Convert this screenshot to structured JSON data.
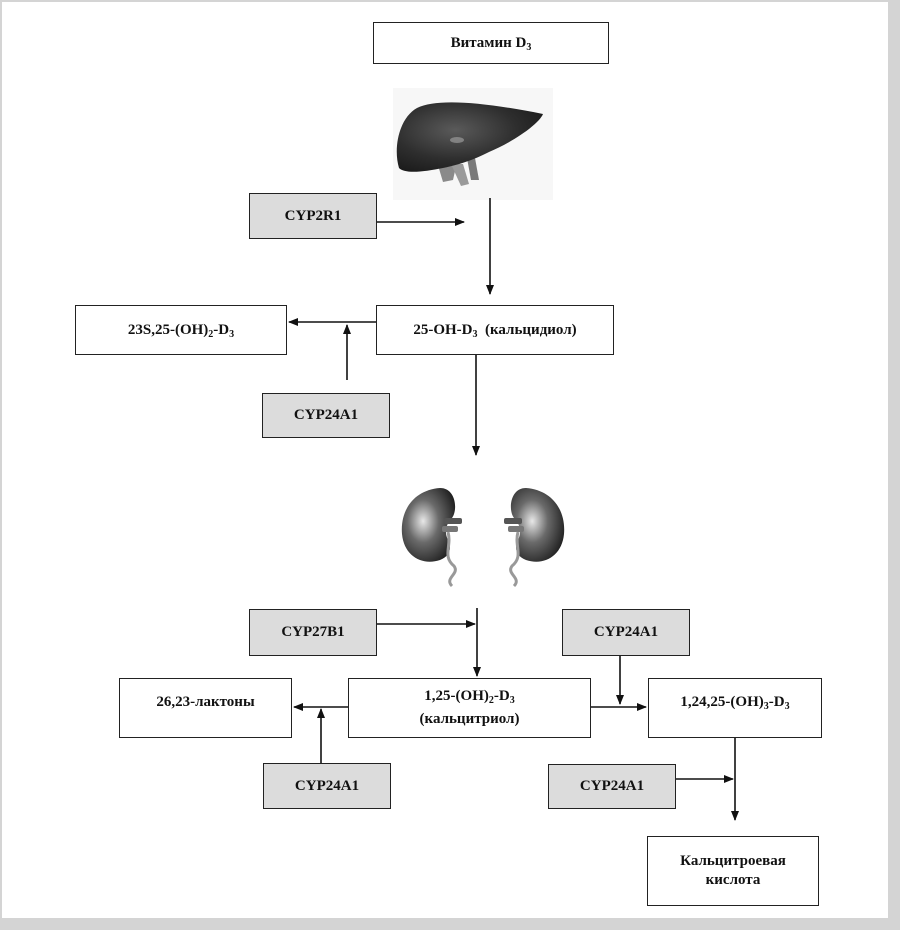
{
  "diagram": {
    "nodes": {
      "vitamin_d3": {
        "base": "Витамин D",
        "sub": "3"
      },
      "calcidiol": {
        "pre": "25-OH-D",
        "sub": "3",
        "post": "  (кальцидиол)"
      },
      "d23s25": {
        "pre": "23S,25-(OH)",
        "sub1": "2",
        "mid": "-D",
        "sub2": "3"
      },
      "calcitriol": {
        "pre": "1,25-(OH)",
        "sub1": "2",
        "mid": "-D",
        "sub2": "3",
        "line2": "(кальцитриол)"
      },
      "lactones": {
        "text": "26,23-лактоны"
      },
      "d12425": {
        "pre": "1,24,25-(OH)",
        "sub1": "3",
        "mid": "-D",
        "sub2": "3"
      },
      "calcitroic": {
        "line1": "Кальцитроевая",
        "line2": "кислота"
      }
    },
    "enzymes": {
      "cyp2r1": "CYP2R1",
      "cyp24a1_upper": "CYP24A1",
      "cyp27b1": "CYP27B1",
      "cyp24a1_right": "CYP24A1",
      "cyp24a1_lower": "CYP24A1",
      "cyp24a1_bottom": "CYP24A1"
    },
    "organs": {
      "liver": "liver-icon",
      "kidneys": "kidneys-icon"
    },
    "colors": {
      "enzyme_fill": "#dcdcdc",
      "node_fill": "#ffffff",
      "line": "#111111",
      "background_frame": "#d4d4d4"
    }
  }
}
